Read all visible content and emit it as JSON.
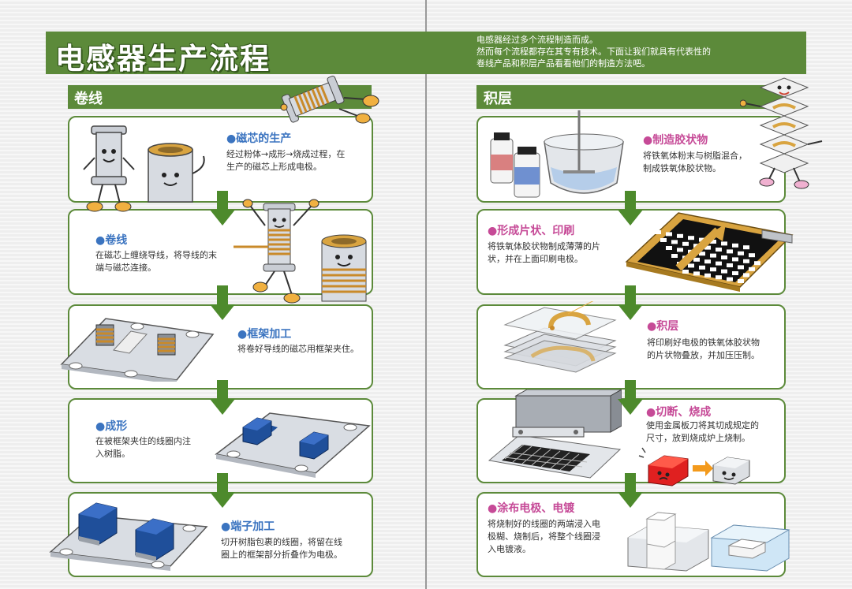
{
  "header": {
    "title": "电感器生产流程",
    "intro_lines": [
      "电感器经过多个流程制造而成。",
      "然而每个流程都存在其专有技术。下面让我们就具有代表性的",
      "卷线产品和积层产品看看他们的制造方法吧。"
    ]
  },
  "left": {
    "section_title": "卷线",
    "steps": [
      {
        "title": "●磁芯的生产",
        "desc": [
          "经过粉体→成形→烧成过程，在",
          "生产的磁芯上形成电极。"
        ]
      },
      {
        "title": "●卷线",
        "desc": [
          "在磁芯上缠绕导线，将导线的末",
          "端与磁芯连接。"
        ]
      },
      {
        "title": "●框架加工",
        "desc": [
          "将卷好导线的磁芯用框架夹住。"
        ]
      },
      {
        "title": "●成形",
        "desc": [
          "在被框架夹住的线圈内注",
          "入树脂。"
        ]
      },
      {
        "title": "●端子加工",
        "desc": [
          "切开树脂包裹的线圈，将留在线",
          "圈上的框架部分折叠作为电极。"
        ]
      }
    ]
  },
  "right": {
    "section_title": "积层",
    "steps": [
      {
        "title": "●制造胶状物",
        "desc": [
          "将铁氧体粉末与树脂混合，",
          "制成铁氧体胶状物。"
        ]
      },
      {
        "title": "●形成片状、印刷",
        "desc": [
          "将铁氧体胶状物制成薄薄的片",
          "状，并在上面印刷电极。"
        ]
      },
      {
        "title": "●积层",
        "desc": [
          "将印刷好电极的铁氧体胶状物",
          "的片状物叠放，并加压压制。"
        ]
      },
      {
        "title": "●切断、烧成",
        "desc": [
          "使用金属板刀将其切成规定的",
          "尺寸，放到烧成炉上烧制。"
        ]
      },
      {
        "title": "●涂布电极、电镀",
        "desc": [
          "将烧制好的线圈的两端浸入电",
          "极糊、烧制后，将整个线圈浸",
          "入电镀液。"
        ]
      }
    ]
  },
  "colors": {
    "green": "#5c8a3a",
    "blue_title": "#3b74c0",
    "pink_title": "#c64a97",
    "arrow_green": "#4d8a2c"
  }
}
